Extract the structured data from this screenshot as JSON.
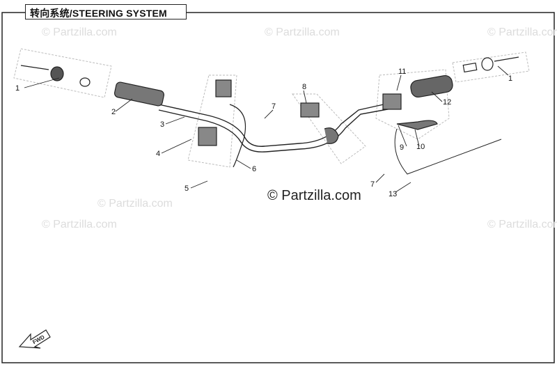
{
  "title": "转向系统/STEERING SYSTEM",
  "watermark": {
    "main": "© Partzilla.com",
    "faint": "© Partzilla.com"
  },
  "fwd_label": "FWD",
  "callouts": [
    {
      "id": "c1-left",
      "label": "1"
    },
    {
      "id": "c2",
      "label": "2"
    },
    {
      "id": "c3",
      "label": "3"
    },
    {
      "id": "c4",
      "label": "4"
    },
    {
      "id": "c5",
      "label": "5"
    },
    {
      "id": "c6",
      "label": "6"
    },
    {
      "id": "c7-top",
      "label": "7"
    },
    {
      "id": "c8",
      "label": "8"
    },
    {
      "id": "c9",
      "label": "9"
    },
    {
      "id": "c10",
      "label": "10"
    },
    {
      "id": "c11",
      "label": "11"
    },
    {
      "id": "c12",
      "label": "12"
    },
    {
      "id": "c13",
      "label": "13"
    },
    {
      "id": "c7-bottom",
      "label": "7"
    },
    {
      "id": "c1-right",
      "label": "1"
    }
  ],
  "colors": {
    "line": "#222222",
    "watermark": "#dcdcdc",
    "group_box": "#bbbbbb"
  }
}
